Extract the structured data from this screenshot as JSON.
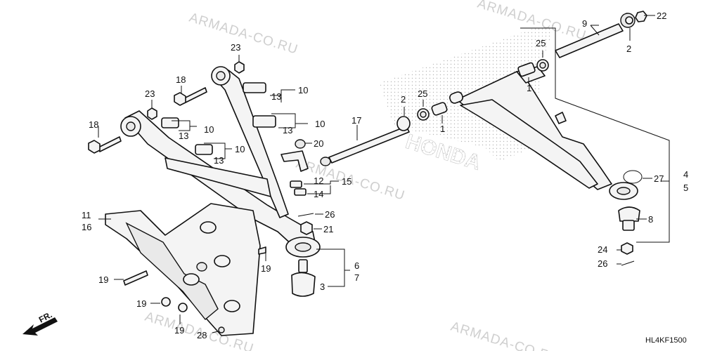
{
  "diagram_code": "HL4KF1500",
  "front_label": "FR.",
  "watermark": "ARMADA-CO.RU",
  "brand_watermark": "HONDA",
  "callouts": {
    "n1a": "1",
    "n1b": "1",
    "n2a": "2",
    "n2b": "2",
    "n3": "3",
    "n4": "4",
    "n5": "5",
    "n6": "6",
    "n7": "7",
    "n8": "8",
    "n9": "9",
    "n10a": "10",
    "n10b": "10",
    "n10c": "10",
    "n10d": "10",
    "n11": "11",
    "n12": "12",
    "n13a": "13",
    "n13b": "13",
    "n13c": "13",
    "n13d": "13",
    "n14": "14",
    "n15": "15",
    "n16": "16",
    "n17": "17",
    "n18a": "18",
    "n18b": "18",
    "n19a": "19",
    "n19b": "19",
    "n19c": "19",
    "n19d": "19",
    "n20": "20",
    "n21": "21",
    "n22": "22",
    "n23a": "23",
    "n23b": "23",
    "n24": "24",
    "n25a": "25",
    "n25b": "25",
    "n26a": "26",
    "n26b": "26",
    "n27": "27",
    "n28": "28"
  }
}
